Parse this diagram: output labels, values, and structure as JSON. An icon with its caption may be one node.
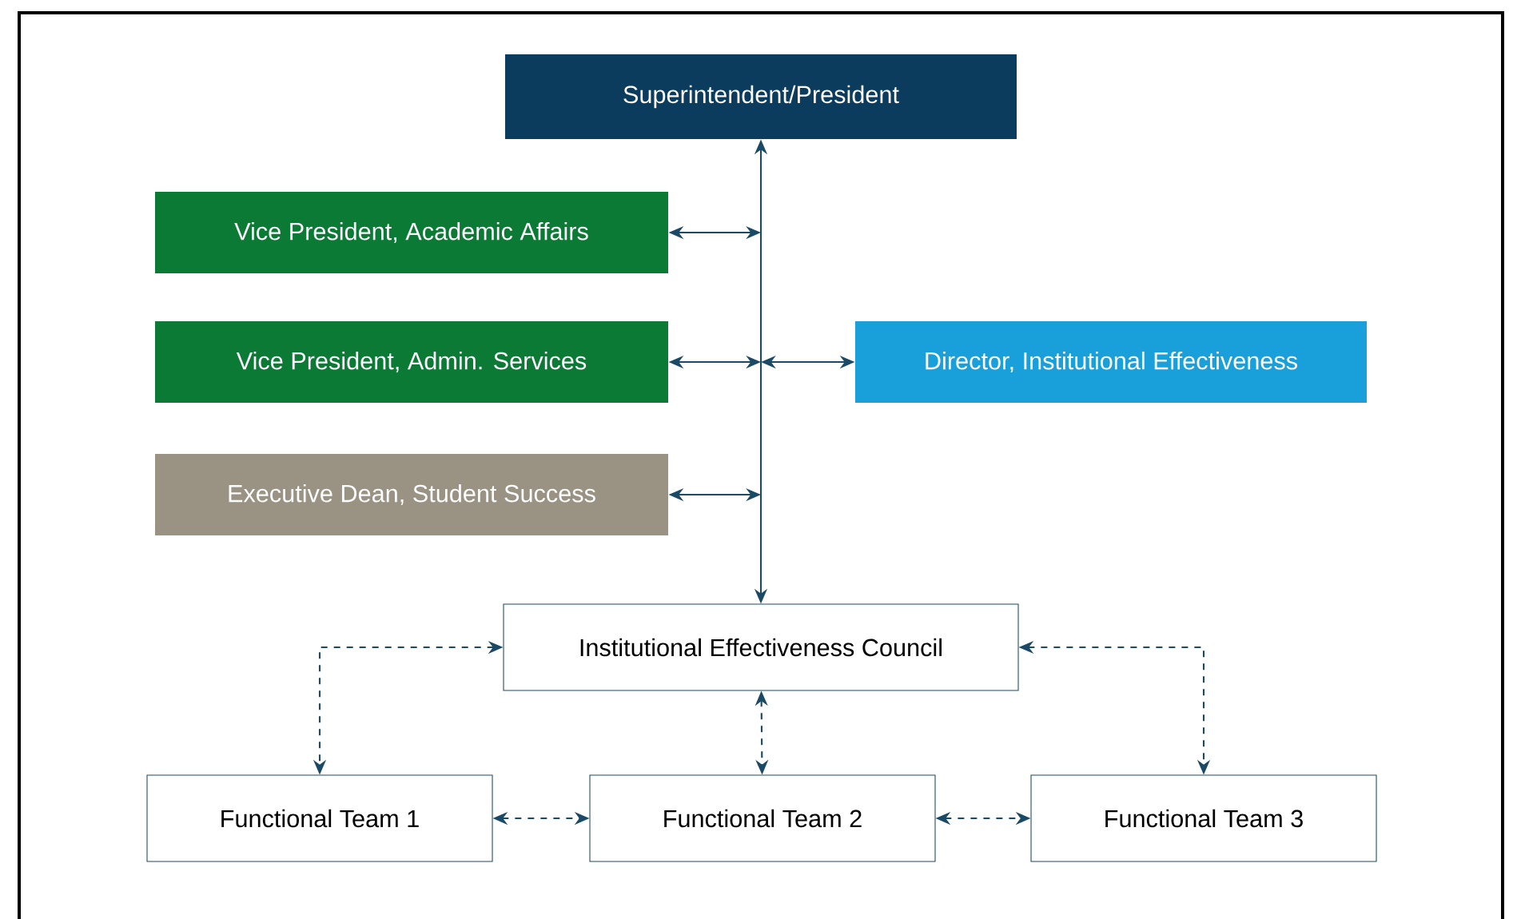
{
  "diagram": {
    "nodes": [
      {
        "text": [
          "Superintendent/President"
        ]
      },
      {
        "text": [
          "Vice President, Academic Affairs"
        ]
      },
      {
        "text": [
          "Vice President, Admin. Services"
        ]
      },
      {
        "text": [
          "Director, Institutional Effectiveness"
        ]
      },
      {
        "text": [
          "Executive Dean, Student Success"
        ]
      },
      {
        "text": [
          "Institutional Effectiveness Council"
        ]
      },
      {
        "text": [
          "Functional Team 1"
        ]
      },
      {
        "text": [
          "Functional Team 2"
        ]
      },
      {
        "text": [
          "Functional Team 3"
        ]
      }
    ],
    "edges": [
      {
        "from": 0,
        "to": 5,
        "arrow": "both"
      },
      {
        "from": 1,
        "to": null,
        "arrow": "both"
      },
      {
        "from": 2,
        "to": null,
        "arrow": "both"
      },
      {
        "from": 3,
        "to": null,
        "arrow": "both"
      },
      {
        "from": 4,
        "to": null,
        "arrow": "both"
      },
      {
        "from": 5,
        "to": 6,
        "arrow": "both",
        "style": "dashed"
      },
      {
        "from": 5,
        "to": 7,
        "arrow": "both",
        "style": "dashed"
      },
      {
        "from": 5,
        "to": 8,
        "arrow": "both",
        "style": "dashed"
      },
      {
        "from": 6,
        "to": 7,
        "arrow": "both",
        "style": "dashed"
      },
      {
        "from": 7,
        "to": 8,
        "arrow": "both",
        "style": "dashed"
      }
    ]
  }
}
